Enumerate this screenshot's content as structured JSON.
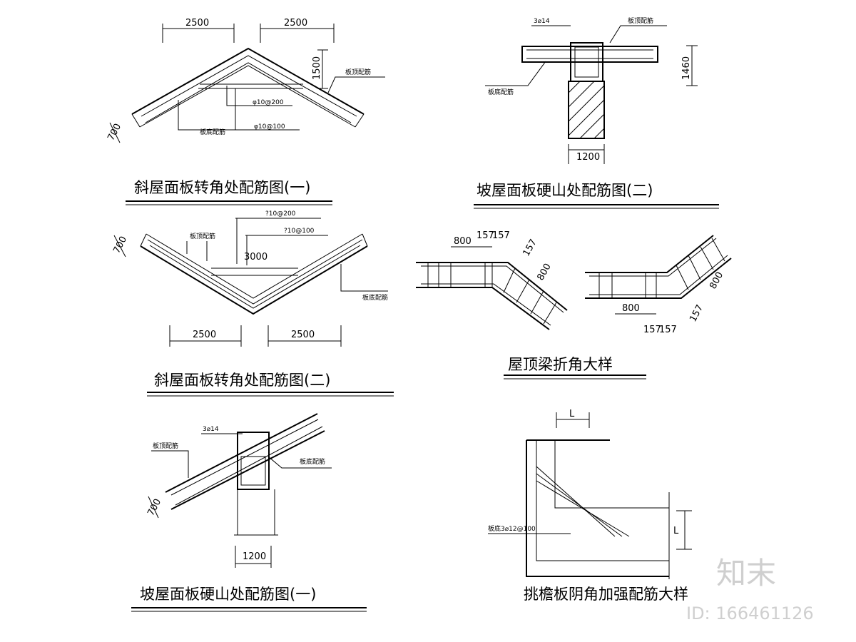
{
  "panel1": {
    "dim_left": "2500",
    "dim_right": "2500",
    "dim_rise": "1500",
    "dim_thick": "700",
    "label_top_rebar": "板顶配筋",
    "label_bottom_rebar": "板底配筋",
    "label_bar_a": "φ10@200",
    "label_bar_b": "φ10@100",
    "title": "斜屋面板转角处配筋图(一)"
  },
  "panel2": {
    "label_bars": "3⌀14",
    "label_top_rebar": "板顶配筋",
    "label_bottom_rebar": "板底配筋",
    "dim_height": "1460",
    "dim_width": "1200",
    "title": "坡屋面板硬山处配筋图(二)"
  },
  "panel3": {
    "dim_thick": "700",
    "label_top_rebar": "板顶配筋",
    "label_bottom_rebar": "板底配筋",
    "label_bar_a": "?10@200",
    "label_bar_b": "?10@100",
    "dim_center": "3000",
    "dim_left": "2500",
    "dim_right": "2500",
    "title": "斜屋面板转角处配筋图(二)"
  },
  "panel4": {
    "dim_800": "800",
    "dim_157": "157",
    "dim_157b": "157",
    "title": "屋顶梁折角大样"
  },
  "panel5": {
    "label_bars": "3⌀14",
    "label_top_rebar": "板顶配筋",
    "label_bottom_rebar": "板底配筋",
    "dim_thick": "700",
    "dim_width": "1200",
    "title": "坡屋面板硬山处配筋图(一)"
  },
  "panel6": {
    "dim_L": "L",
    "label_rebar": "板底3⌀12@100",
    "title": "挑檐板阴角加强配筋大样"
  },
  "watermark": {
    "logo": "知末",
    "id": "ID: 166461126"
  }
}
